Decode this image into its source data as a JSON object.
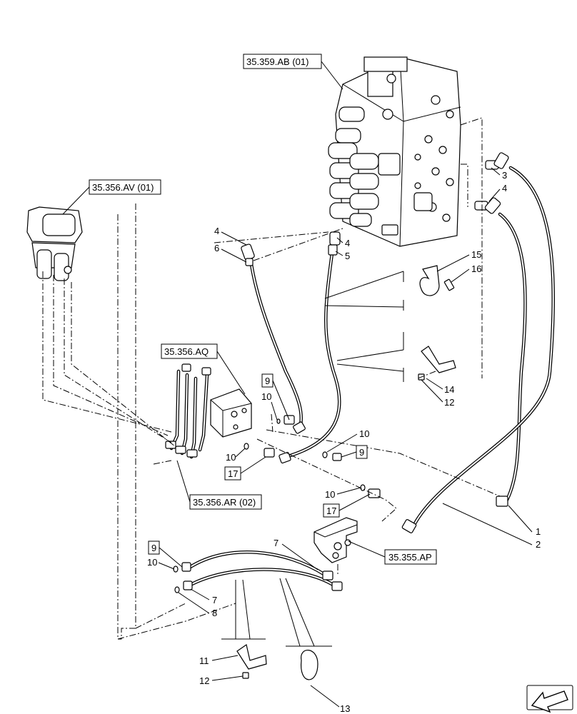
{
  "refs": {
    "valve_ab": "35.359.AB (01)",
    "joystick_av": "35.356.AV (01)",
    "block_aq": "35.356.AQ",
    "fittings_ar": "35.356.AR (02)",
    "block_ap": "35.355.AP"
  },
  "callouts": {
    "c1": "1",
    "c2": "2",
    "c3": "3",
    "c4a": "4",
    "c4b": "4",
    "c4c": "4",
    "c5": "5",
    "c6": "6",
    "c7a": "7",
    "c7b": "7",
    "c8": "8",
    "c9a": "9",
    "c9b": "9",
    "c9c": "9",
    "c10a": "10",
    "c10b": "10",
    "c10c": "10",
    "c10d": "10",
    "c10e": "10",
    "c11": "11",
    "c12a": "12",
    "c12b": "12",
    "c13": "13",
    "c14": "14",
    "c15": "15",
    "c16": "16",
    "c17a": "17",
    "c17b": "17"
  },
  "icons": {
    "nav": "arrow-down-left-icon"
  }
}
